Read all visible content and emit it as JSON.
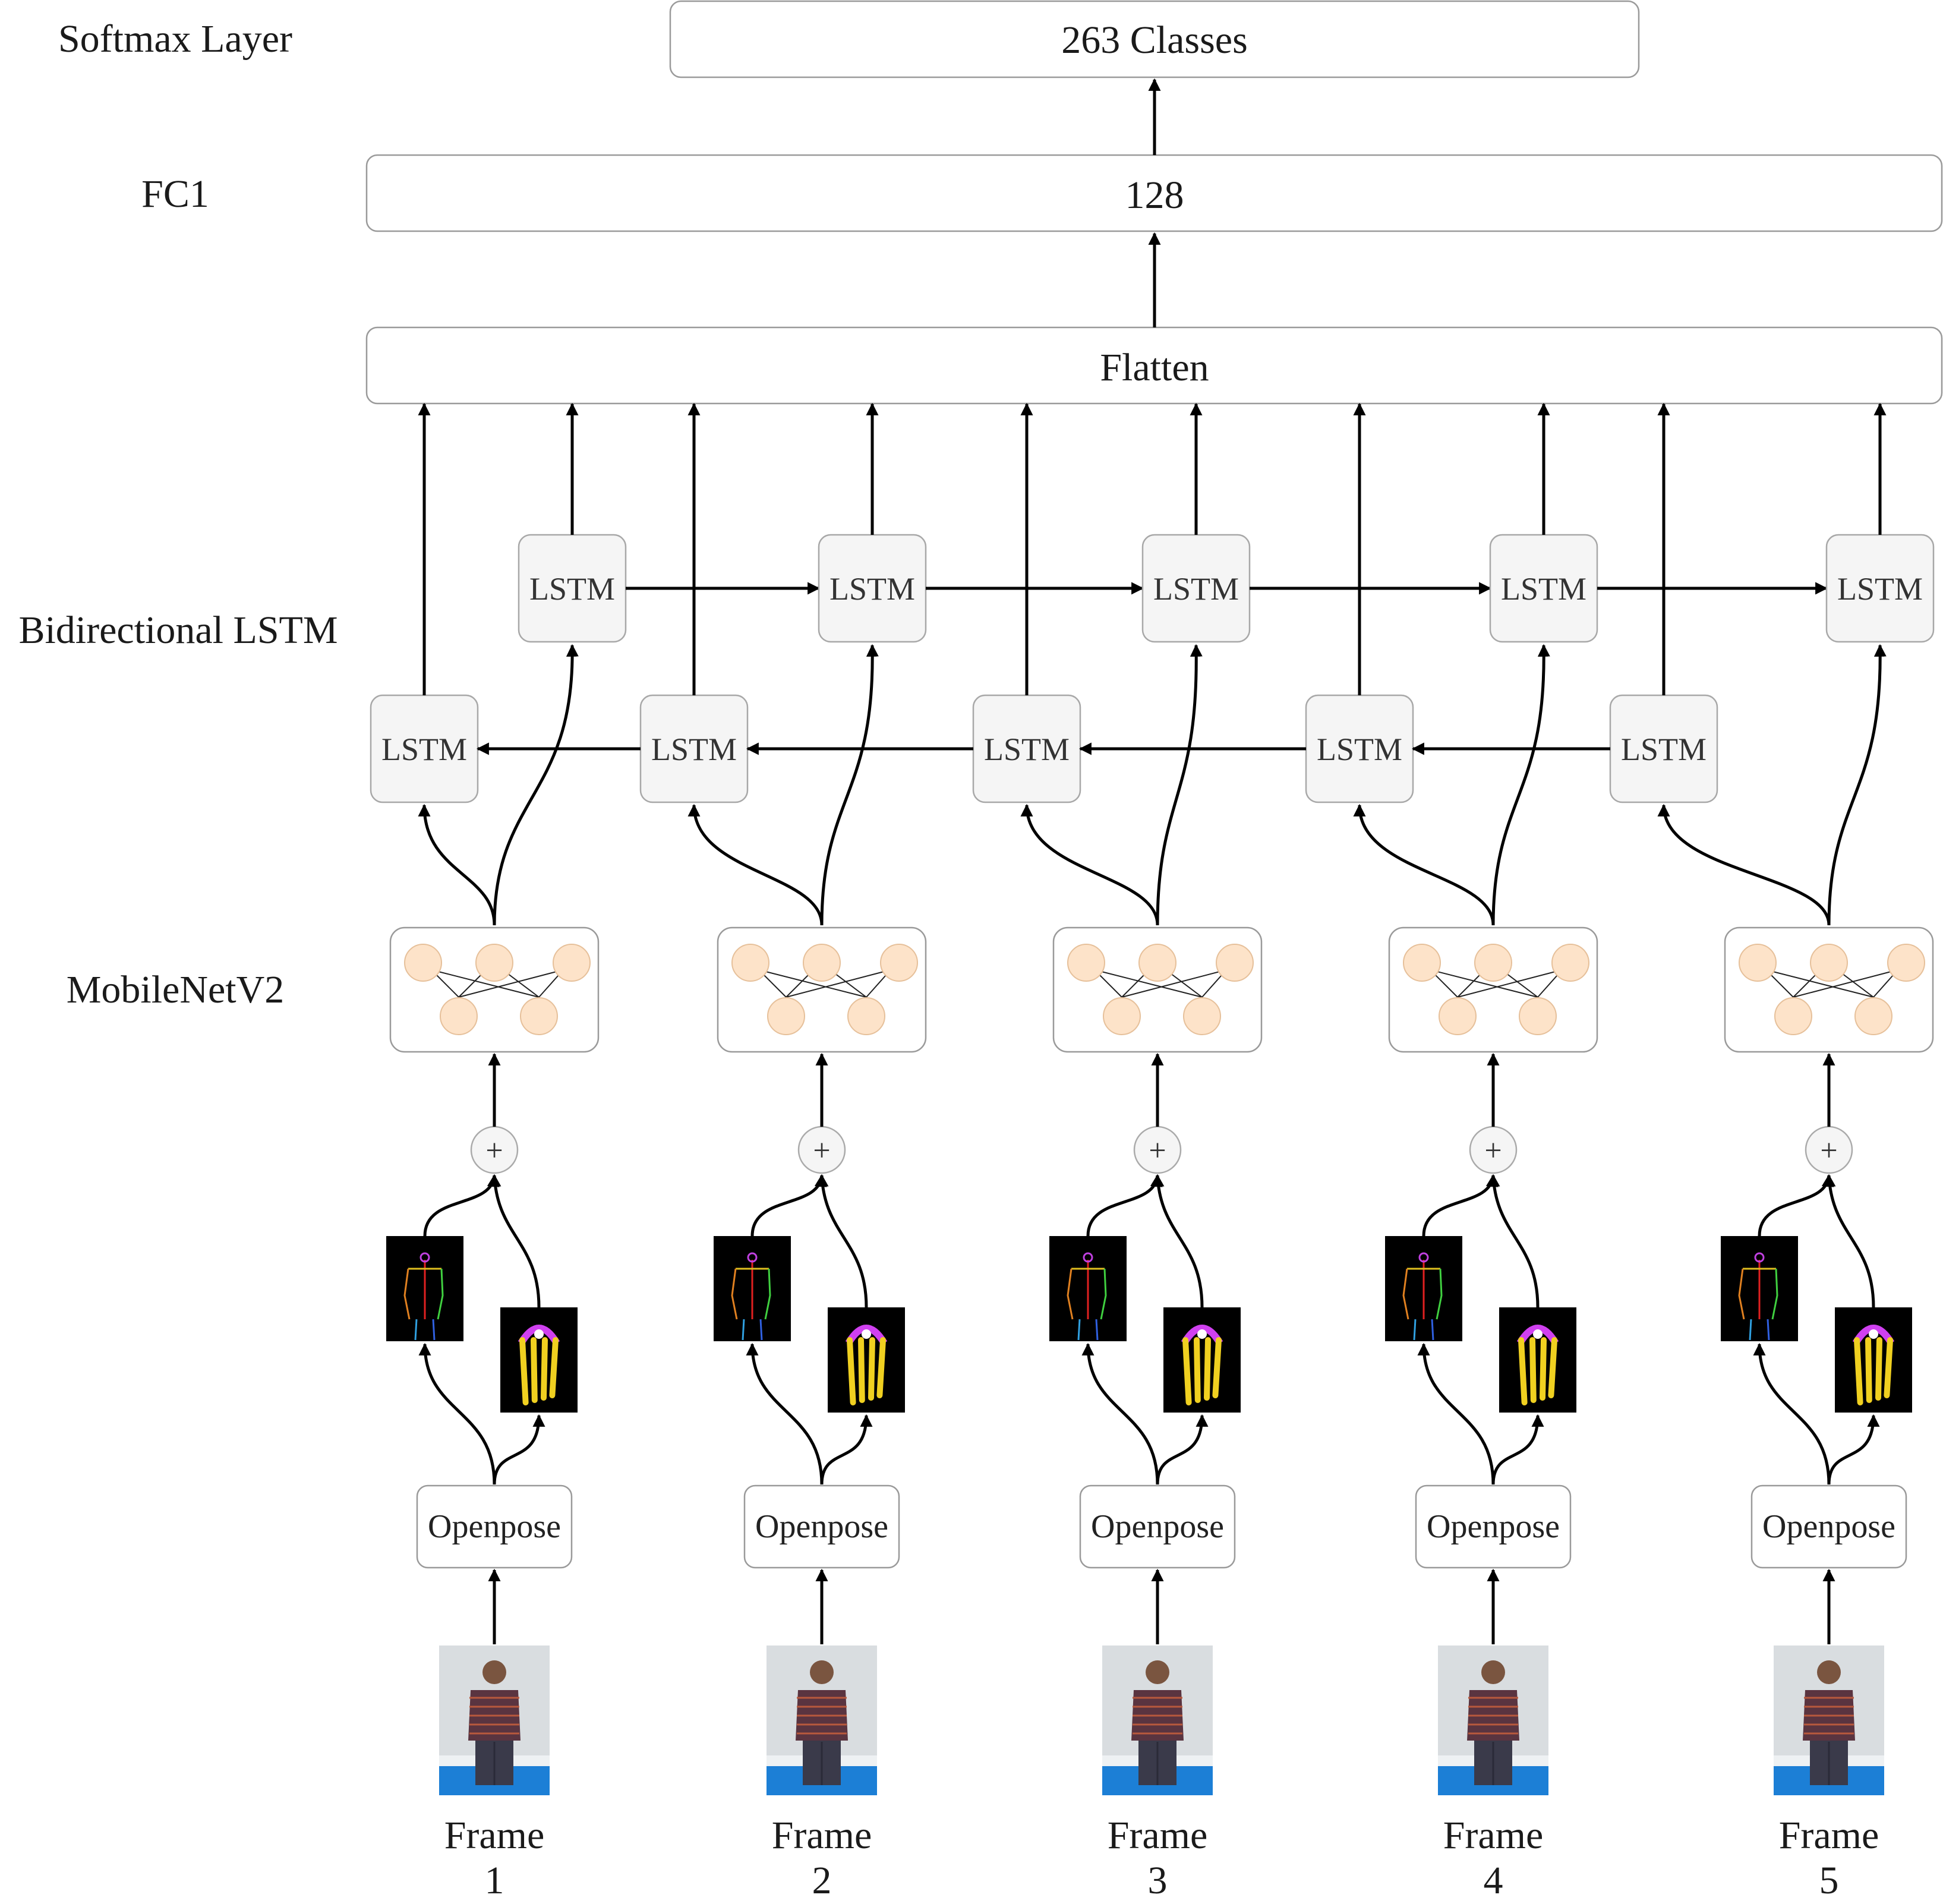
{
  "layers": {
    "softmax_label": "Softmax Layer",
    "softmax_box": "263 Classes",
    "fc1_label": "FC1",
    "fc1_box": "128",
    "flatten_box": "Flatten",
    "bilstm_label": "Bidirectional LSTM",
    "lstm_cell": "LSTM",
    "mobilenet_label": "MobileNetV2",
    "openpose_box": "Openpose",
    "add_symbol": "+"
  },
  "frames": [
    {
      "word": "Frame",
      "number": "1"
    },
    {
      "word": "Frame",
      "number": "2"
    },
    {
      "word": "Frame",
      "number": "3"
    },
    {
      "word": "Frame",
      "number": "4"
    },
    {
      "word": "Frame",
      "number": "5"
    }
  ],
  "colors": {
    "node_fill": "#fde3c9",
    "lstm_fill": "#f5f5f5",
    "photo_floor": "#1c7fd6",
    "skeleton_bg": "#000000"
  }
}
